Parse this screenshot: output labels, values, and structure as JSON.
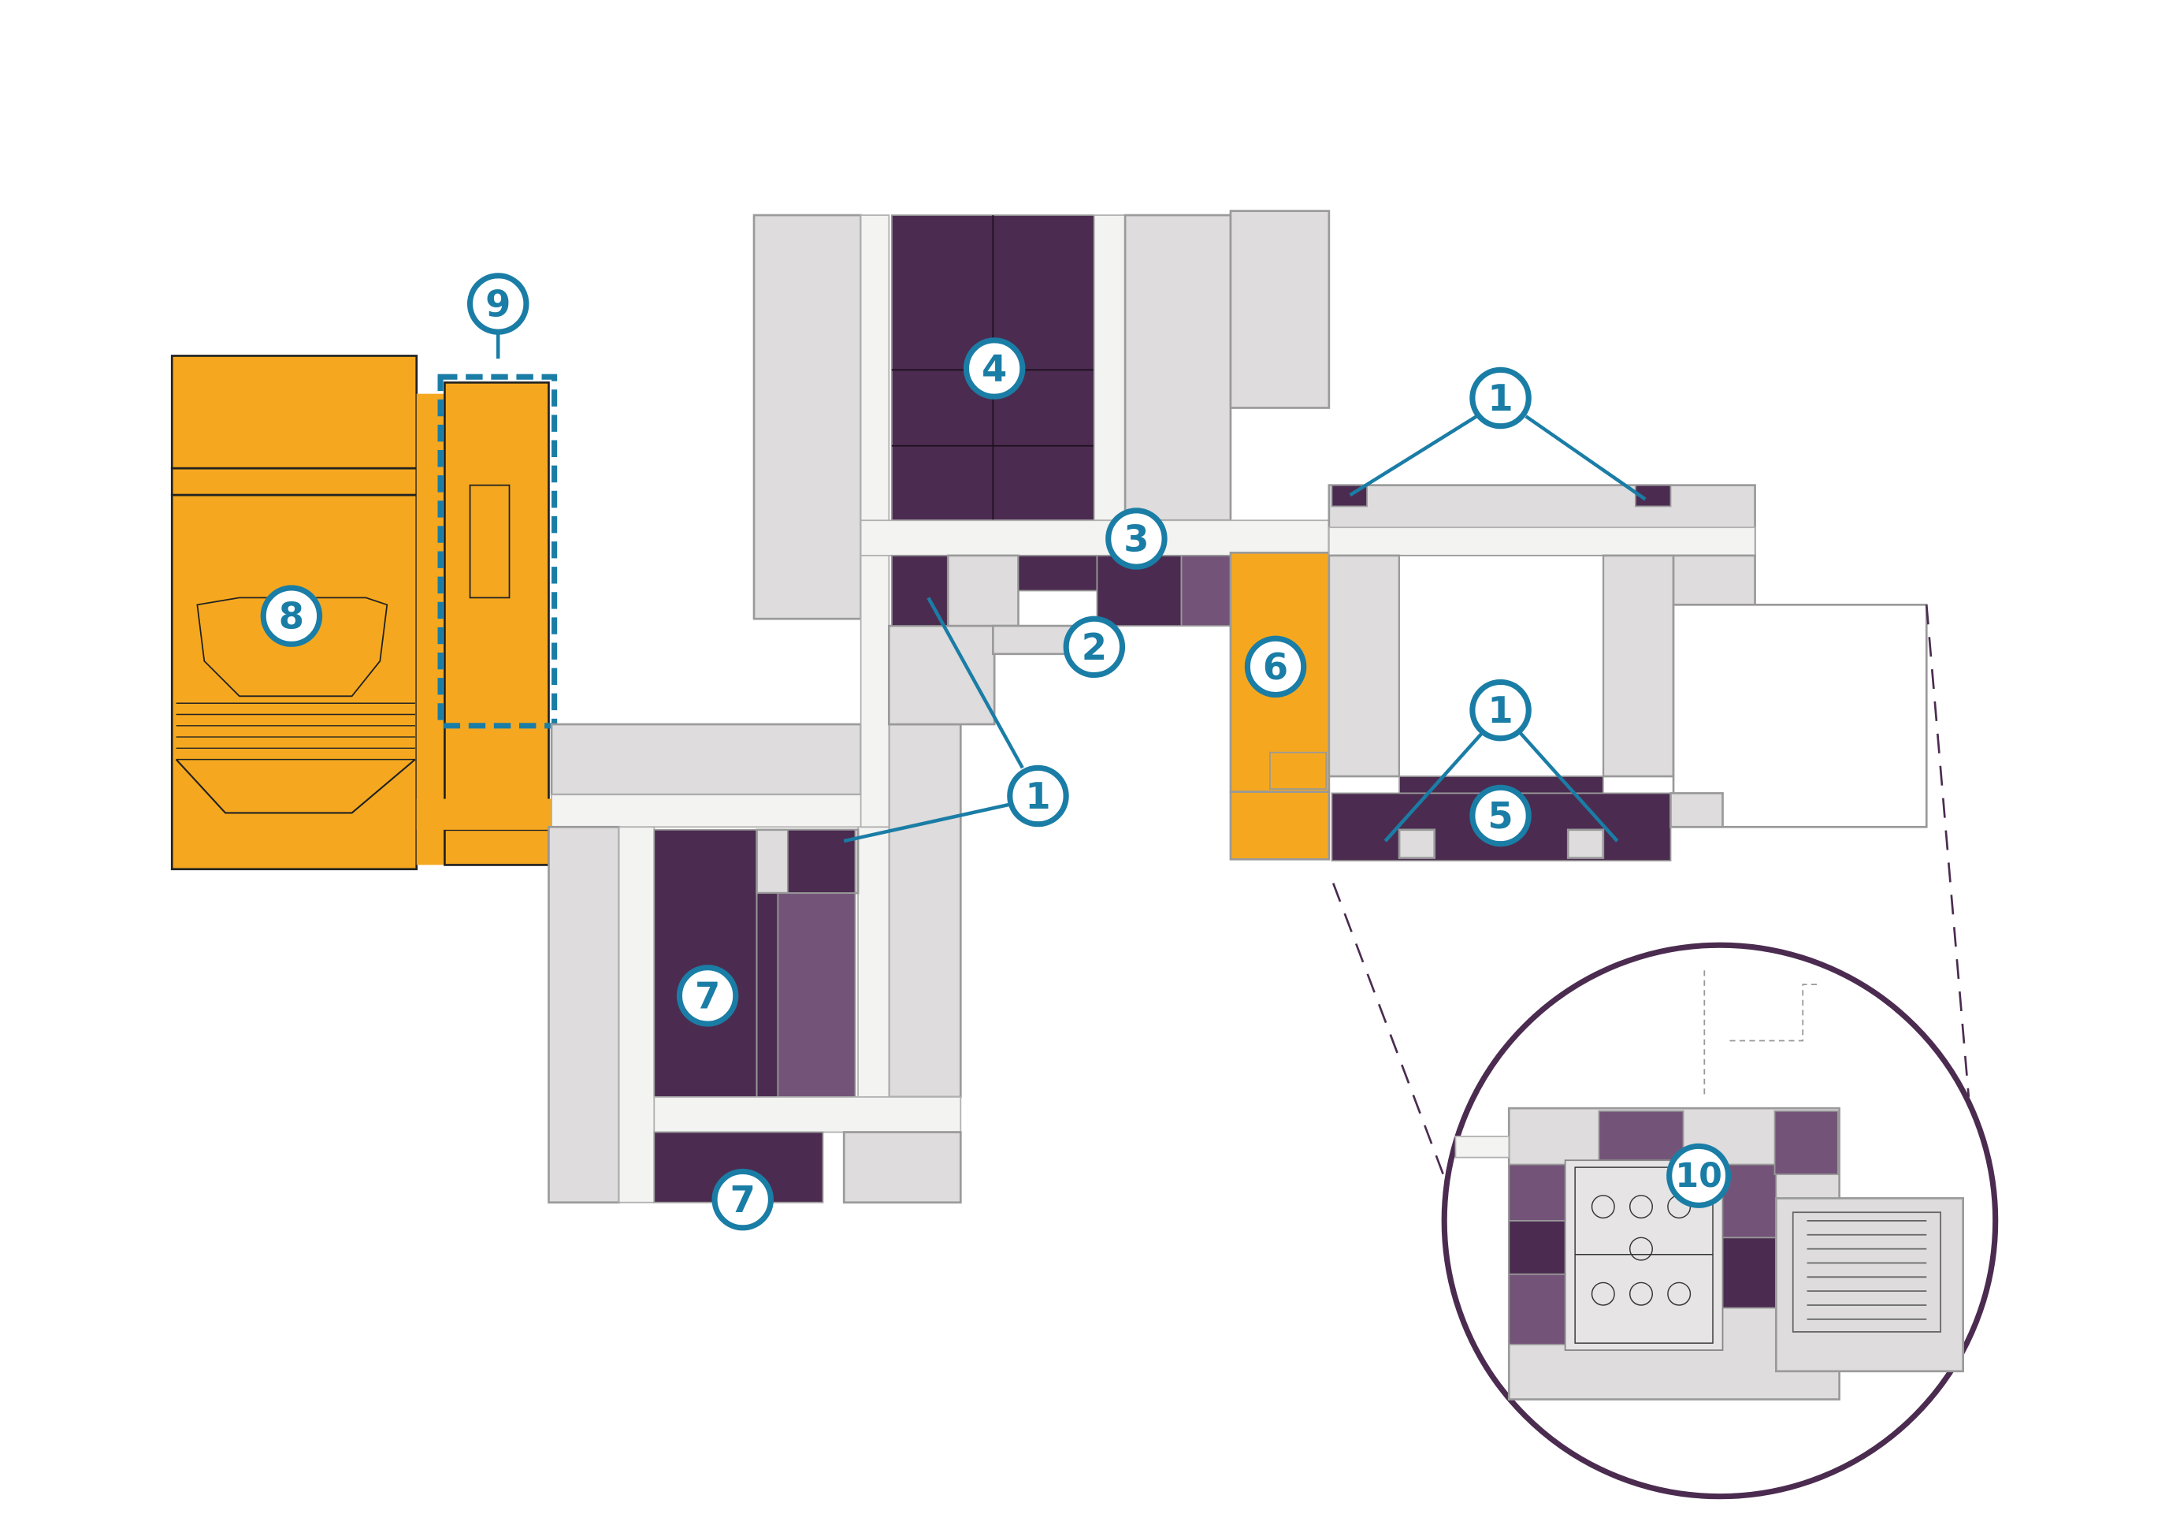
{
  "title": "Campus floor plan key map",
  "colors": {
    "orange": "#F5A81F",
    "dark_purple": "#4B2C50",
    "medium_purple": "#735478",
    "gray": "#DEDCDC",
    "corridor": "#F3F3F2",
    "callout_blue": "#1A7DA6"
  },
  "callouts": {
    "c1a": "1",
    "c1b": "1",
    "c1c": "1",
    "c2": "2",
    "c3": "3",
    "c4": "4",
    "c5": "5",
    "c6": "6",
    "c7a": "7",
    "c7b": "7",
    "c8": "8",
    "c9": "9",
    "c10": "10"
  }
}
